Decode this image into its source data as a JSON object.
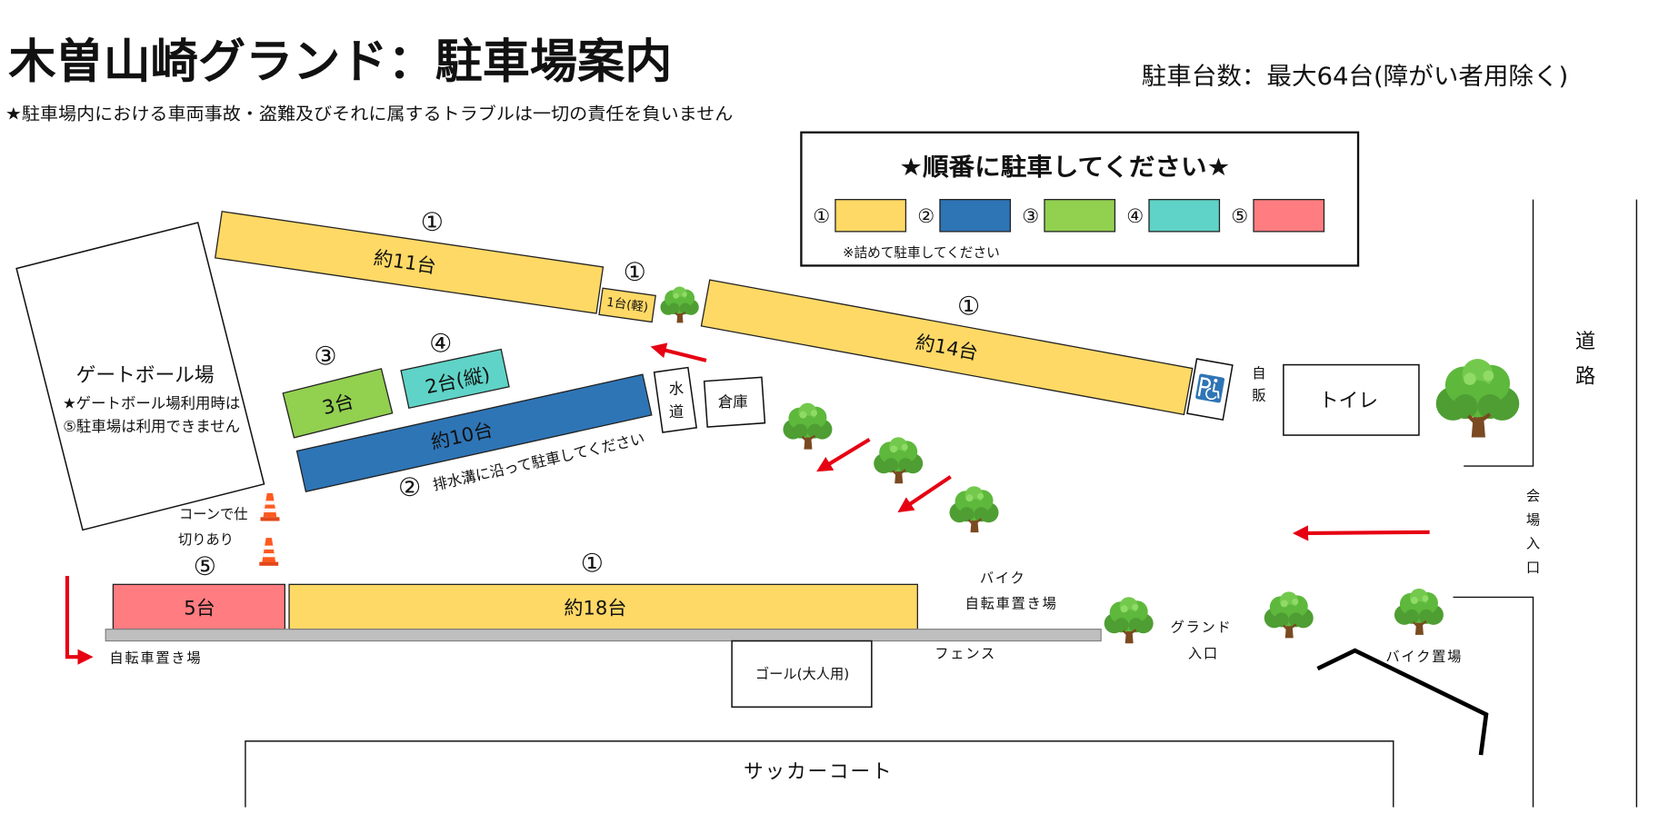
{
  "title": "木曽山崎グランド：駐車場案内",
  "disclaimer": "★駐車場内における車両事故・盗難及びそれに属するトラブルは一切の責任を負いません",
  "capacity": "駐車台数：最大64台(障がい者用除く)",
  "legend": {
    "heading": "★順番に駐車してください★",
    "items": [
      {
        "order": "①",
        "color": "#FFD966"
      },
      {
        "order": "②",
        "color": "#2E75B6"
      },
      {
        "order": "③",
        "color": "#92D050"
      },
      {
        "order": "④",
        "color": "#5FD3C7"
      },
      {
        "order": "⑤",
        "color": "#FF7C80"
      }
    ],
    "note": "※詰めて駐車してください"
  },
  "parking": {
    "north_west": {
      "order": "①",
      "label": "約11台"
    },
    "kei": {
      "order": "①",
      "label": "1台(軽)"
    },
    "north_east": {
      "order": "①",
      "label": "約14台"
    },
    "drain": {
      "order": "②",
      "label": "約10台",
      "note": "排水溝に沿って駐車してください"
    },
    "small": {
      "order": "③",
      "label": "3台"
    },
    "tandem": {
      "order": "④",
      "label": "2台(縦)"
    },
    "gateball_side": {
      "order": "⑤",
      "label": "5台"
    },
    "south": {
      "order": "①",
      "label": "約18台"
    }
  },
  "facilities": {
    "gateball": {
      "name": "ゲートボール場",
      "notes": [
        "★ゲートボール場利用時は",
        "⑤駐車場は利用できません"
      ]
    },
    "water": "水道",
    "storage": "倉庫",
    "vending": "自販",
    "toilet": "トイレ",
    "goal": "ゴール(大人用)",
    "soccer_court": "サッカーコート",
    "fence": "フェンス"
  },
  "labels": {
    "cone_divider": [
      "コーンで仕",
      "切りあり"
    ],
    "bicycle_parking": "自転車置き場",
    "bike_bicycle_parking": [
      "バイク",
      "自転車置き場"
    ],
    "ground_entrance": [
      "グランド",
      "入口"
    ],
    "bike_parking": "バイク置場",
    "road": "道路",
    "venue_entrance": "会場入口"
  },
  "icons": [
    "tree-icon",
    "traffic-cone-icon",
    "wheelchair-parking-icon",
    "direction-arrow"
  ],
  "colors": {
    "arrow": "#E60012",
    "fence": "#BFBFBF",
    "accessible_sign": "#2E75B6"
  }
}
